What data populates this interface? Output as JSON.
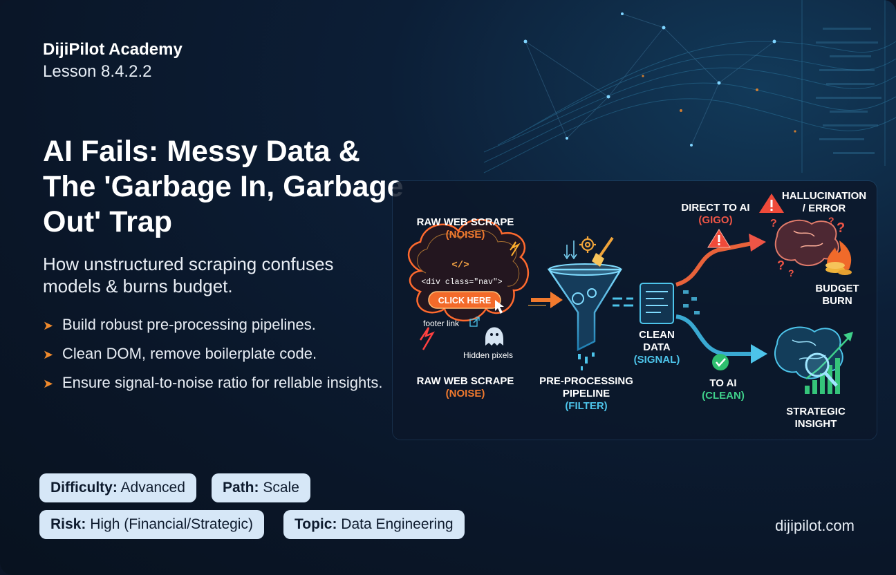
{
  "header": {
    "brand": "DijiPilot Academy",
    "lesson": "Lesson 8.4.2.2"
  },
  "hero": {
    "title": "AI Fails: Messy Data & The 'Garbage In, Garbage Out' Trap",
    "subtitle": "How unstructured scraping confuses models & burns budget."
  },
  "bullets": [
    "Build robust pre-processing pipelines.",
    "Clean DOM, remove boilerplate code.",
    "Ensure signal-to-noise ratio for rellable insights."
  ],
  "tags": {
    "difficulty": {
      "key": "Difficulty:",
      "value": "Advanced"
    },
    "path": {
      "key": "Path:",
      "value": "Scale"
    },
    "risk": {
      "key": "Risk:",
      "value": "High (Financial/Strategic)"
    },
    "topic": {
      "key": "Topic:",
      "value": "Data Engineering"
    }
  },
  "footer": {
    "site": "dijipilot.com"
  },
  "diagram": {
    "raw_top": {
      "title": "RAW WEB SCRAPE",
      "sub": "(NOISE)"
    },
    "raw_bottom": {
      "title": "RAW WEB SCRAPE",
      "sub": "(NOISE)"
    },
    "cloud": {
      "code_tag": "</>",
      "div_text": "<div class=\"nav\">",
      "click_button": "CLICK HERE",
      "footer_link": "footer link",
      "hidden": "Hidden pixels"
    },
    "pipeline": {
      "title1": "PRE-PROCESSING",
      "title2": "PIPELINE",
      "sub": "(FILTER)"
    },
    "clean_data": {
      "title1": "CLEAN",
      "title2": "DATA",
      "sub": "(SIGNAL)"
    },
    "direct": {
      "title": "DIRECT TO AI",
      "sub": "(GIGO)"
    },
    "hallucination": {
      "title1": "HALLUCINATION",
      "title2": "/ ERROR"
    },
    "budget": {
      "title1": "BUDGET",
      "title2": "BURN"
    },
    "to_ai": {
      "title": "TO AI",
      "sub": "(CLEAN)"
    },
    "insight": {
      "title1": "STRATEGIC",
      "title2": "INSIGHT"
    }
  },
  "colors": {
    "accent": "#f08a2c",
    "tag_bg": "#d6e7f7",
    "noise": "#f27a2e",
    "signal": "#4dc4ea",
    "clean": "#3fd08a",
    "error": "#ef5546"
  }
}
